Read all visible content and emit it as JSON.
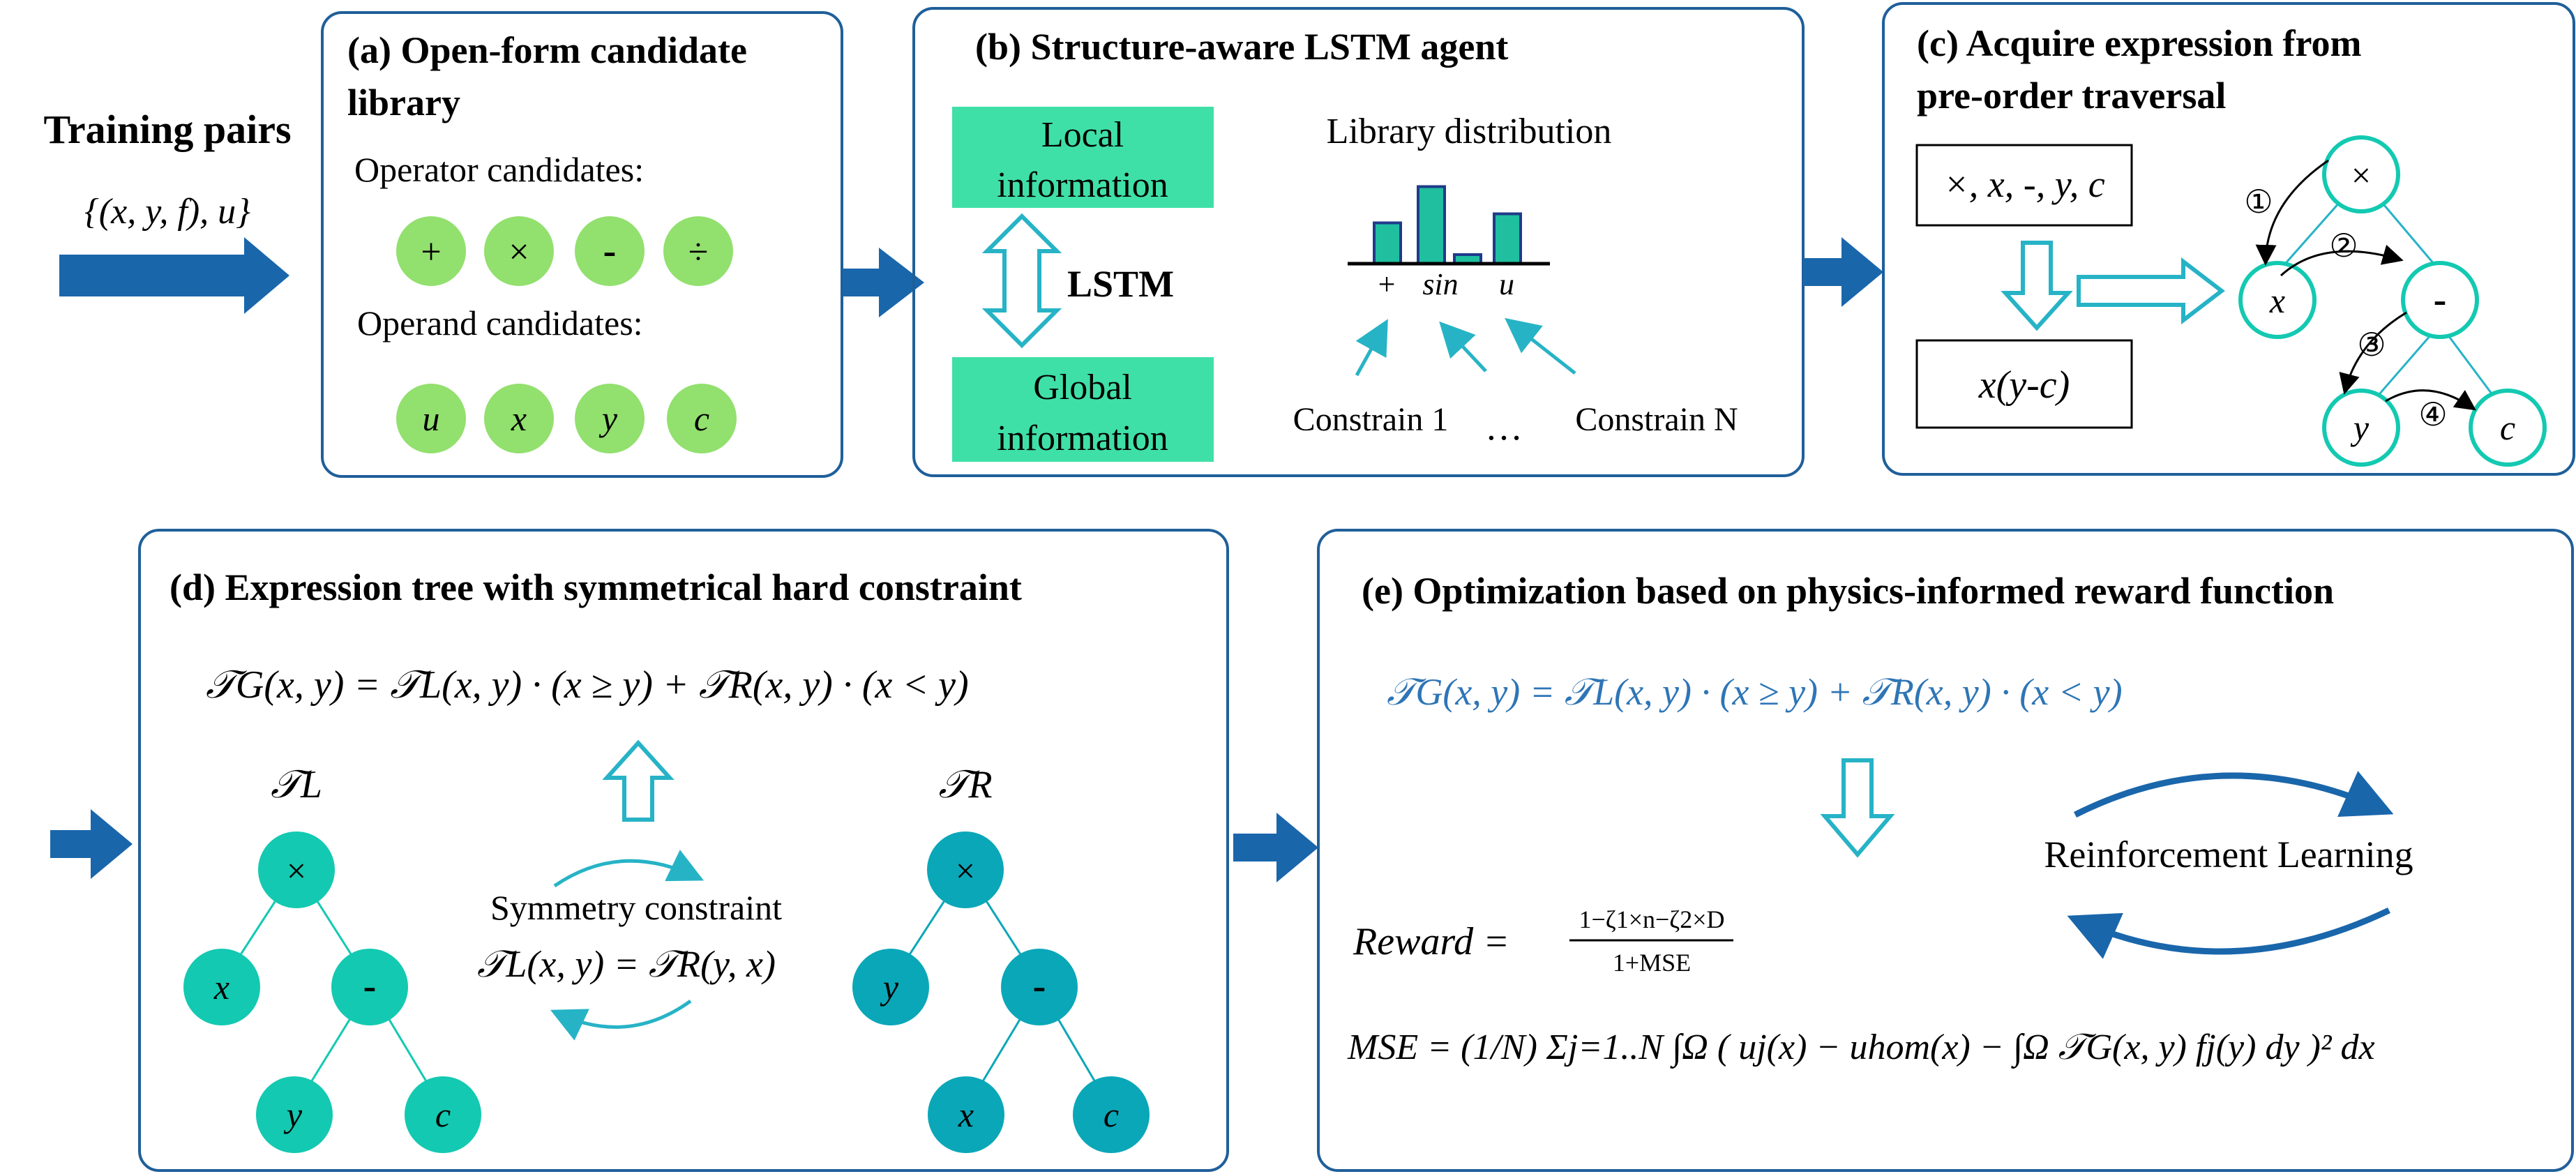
{
  "colors": {
    "frame": "#1f5f9a",
    "arrow": "#1a66ab",
    "green_circle": "#92e06e",
    "green_rect": "#3fe0a8",
    "teal_node": "#13c9b1",
    "teal_dark": "#0aa7b8",
    "bar": "#1fbfa0",
    "outline_arrow": "#27b3c6",
    "blue_text": "#2e75b6"
  },
  "left": {
    "title": "Training pairs",
    "set_label": "{(x, y, f), u}"
  },
  "panel_a": {
    "title_line1": "(a) Open-form candidate",
    "title_line2": "library",
    "operator_label": "Operator candidates:",
    "operators": [
      "+",
      "×",
      "-",
      "÷"
    ],
    "operand_label": "Operand candidates:",
    "operands": [
      "u",
      "x",
      "y",
      "c"
    ]
  },
  "panel_b": {
    "title": "(b) Structure-aware LSTM agent",
    "local_line1": "Local",
    "local_line2": "information",
    "global_line1": "Global",
    "global_line2": "information",
    "lstm": "LSTM",
    "dist_title": "Library distribution",
    "bar_values": [
      0.45,
      0.85,
      0.1,
      0.55
    ],
    "axis_plus": "+",
    "axis_sin": "sin",
    "axis_u": "u",
    "constraint1": "Constrain 1",
    "dots": "…",
    "constraintN": "Constrain N"
  },
  "panel_c": {
    "title_line1": "(c) Acquire expression from",
    "title_line2": "pre-order traversal",
    "sequence": "×, x, -, y, c",
    "expression": "x(y-c)",
    "nodes": [
      "×",
      "x",
      "-",
      "y",
      "c"
    ],
    "steps": [
      "①",
      "②",
      "③",
      "④"
    ]
  },
  "panel_d": {
    "title": "(d) Expression tree with symmetrical hard constraint",
    "equation": "𝒯G(x, y) = 𝒯L(x, y) · (x ≥ y) + 𝒯R(x, y) · (x < y)",
    "tree_left_label": "𝒯L",
    "tree_right_label": "𝒯R",
    "left_nodes": [
      "×",
      "x",
      "-",
      "y",
      "c"
    ],
    "right_nodes": [
      "×",
      "y",
      "-",
      "x",
      "c"
    ],
    "sym_label": "Symmetry constraint",
    "sym_eq": "𝒯L(x, y) = 𝒯R(y, x)"
  },
  "panel_e": {
    "title": "(e) Optimization based on physics-informed reward function",
    "equation": "𝒯G(x, y) = 𝒯L(x, y) · (x ≥ y) + 𝒯R(x, y) · (x < y)",
    "rl_label": "Reinforcement Learning",
    "reward_lhs": "Reward =",
    "reward_num": "1−ζ1×n−ζ2×D",
    "reward_den": "1+MSE",
    "mse_eq": "MSE = (1/N) Σj=1..N ∫Ω ( uj(x) − uhom(x) − ∫Ω 𝒯G(x, y) fj(y) dy )² dx"
  }
}
